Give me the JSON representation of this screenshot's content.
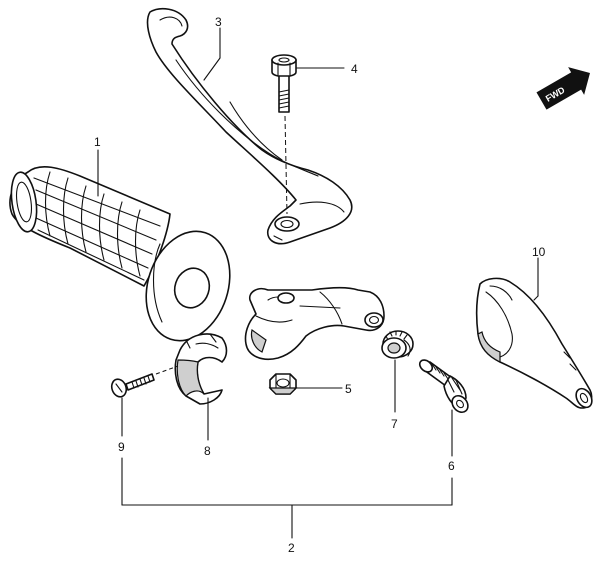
{
  "diagram": {
    "callouts": {
      "c1": "1",
      "c2": "2",
      "c3": "3",
      "c4": "4",
      "c5": "5",
      "c6": "6",
      "c7": "7",
      "c8": "8",
      "c9": "9",
      "c10": "10"
    },
    "direction_badge": "FWD"
  }
}
